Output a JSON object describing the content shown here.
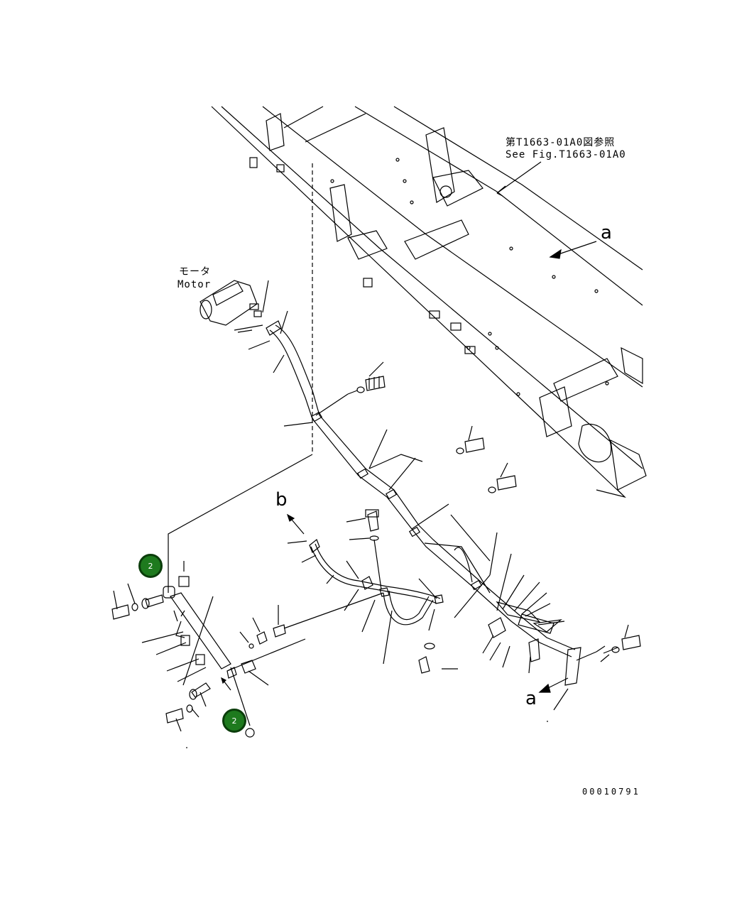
{
  "labels": {
    "ref_jp": "第T1663-01A0図参照",
    "ref_en": "See Fig.T1663-01A0",
    "motor_jp": "モータ",
    "motor_en": "Motor",
    "arrow_a_top": "a",
    "arrow_a_bottom": "a",
    "arrow_b": "b",
    "drawing_no": "00010791"
  },
  "callouts": [
    {
      "label": "2"
    },
    {
      "label": "2"
    }
  ],
  "colors": {
    "line": "#000000",
    "callout_fill": "#1e7a1e",
    "callout_border": "#0b3d0b"
  }
}
